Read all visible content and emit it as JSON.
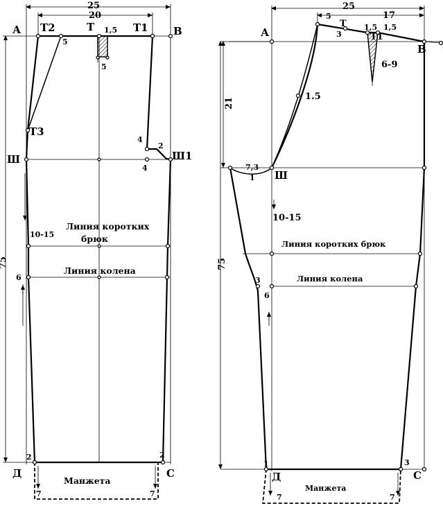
{
  "left_pattern": {
    "points": {
      "A": "А",
      "T2": "Т2",
      "T": "Т",
      "T1": "Т1",
      "B": "В",
      "T3": "Т3",
      "Sh": "Ш",
      "Sh1": "Ш1",
      "D": "Д",
      "C": "С"
    },
    "dims": {
      "width_25": "25",
      "width_20": "20",
      "height_75": "75",
      "dart_1_5": "1,5",
      "n5a": "5",
      "n5b": "5",
      "n4a": "4",
      "n4b": "4",
      "n2": "2",
      "n6": "6",
      "n10_15": "10-15",
      "n2_left": "2",
      "n2_right": "2",
      "n7_left": "7",
      "n7_right": "7"
    },
    "labels": {
      "short_line_1": "Линия коротких",
      "short_line_2": "брюк",
      "knee_line": "Линия колена",
      "cuff": "Манжета"
    }
  },
  "right_pattern": {
    "points": {
      "A": "А",
      "T": "Т",
      "T1": "Т1",
      "B": "В",
      "Sh": "Ш",
      "D": "Д",
      "C": "С"
    },
    "dims": {
      "width_25": "25",
      "width_17": "17",
      "height_21": "21",
      "height_75": "75",
      "n5": "5",
      "n3": "3",
      "dart_a": "1,5",
      "dart_b": "1,5",
      "n6_9": "6-9",
      "n1_5": "1.5",
      "n7_3": "7,3",
      "n1": "1",
      "n10_15": "10-15",
      "n3_knee": "3",
      "n6": "6",
      "n1_bottom": "1",
      "n3_bottom": "3",
      "n7_left": "7",
      "n7_right": "7"
    },
    "labels": {
      "short_line": "Линия коротких брюк",
      "knee_line": "Линия колена",
      "cuff": "Манжета"
    }
  }
}
